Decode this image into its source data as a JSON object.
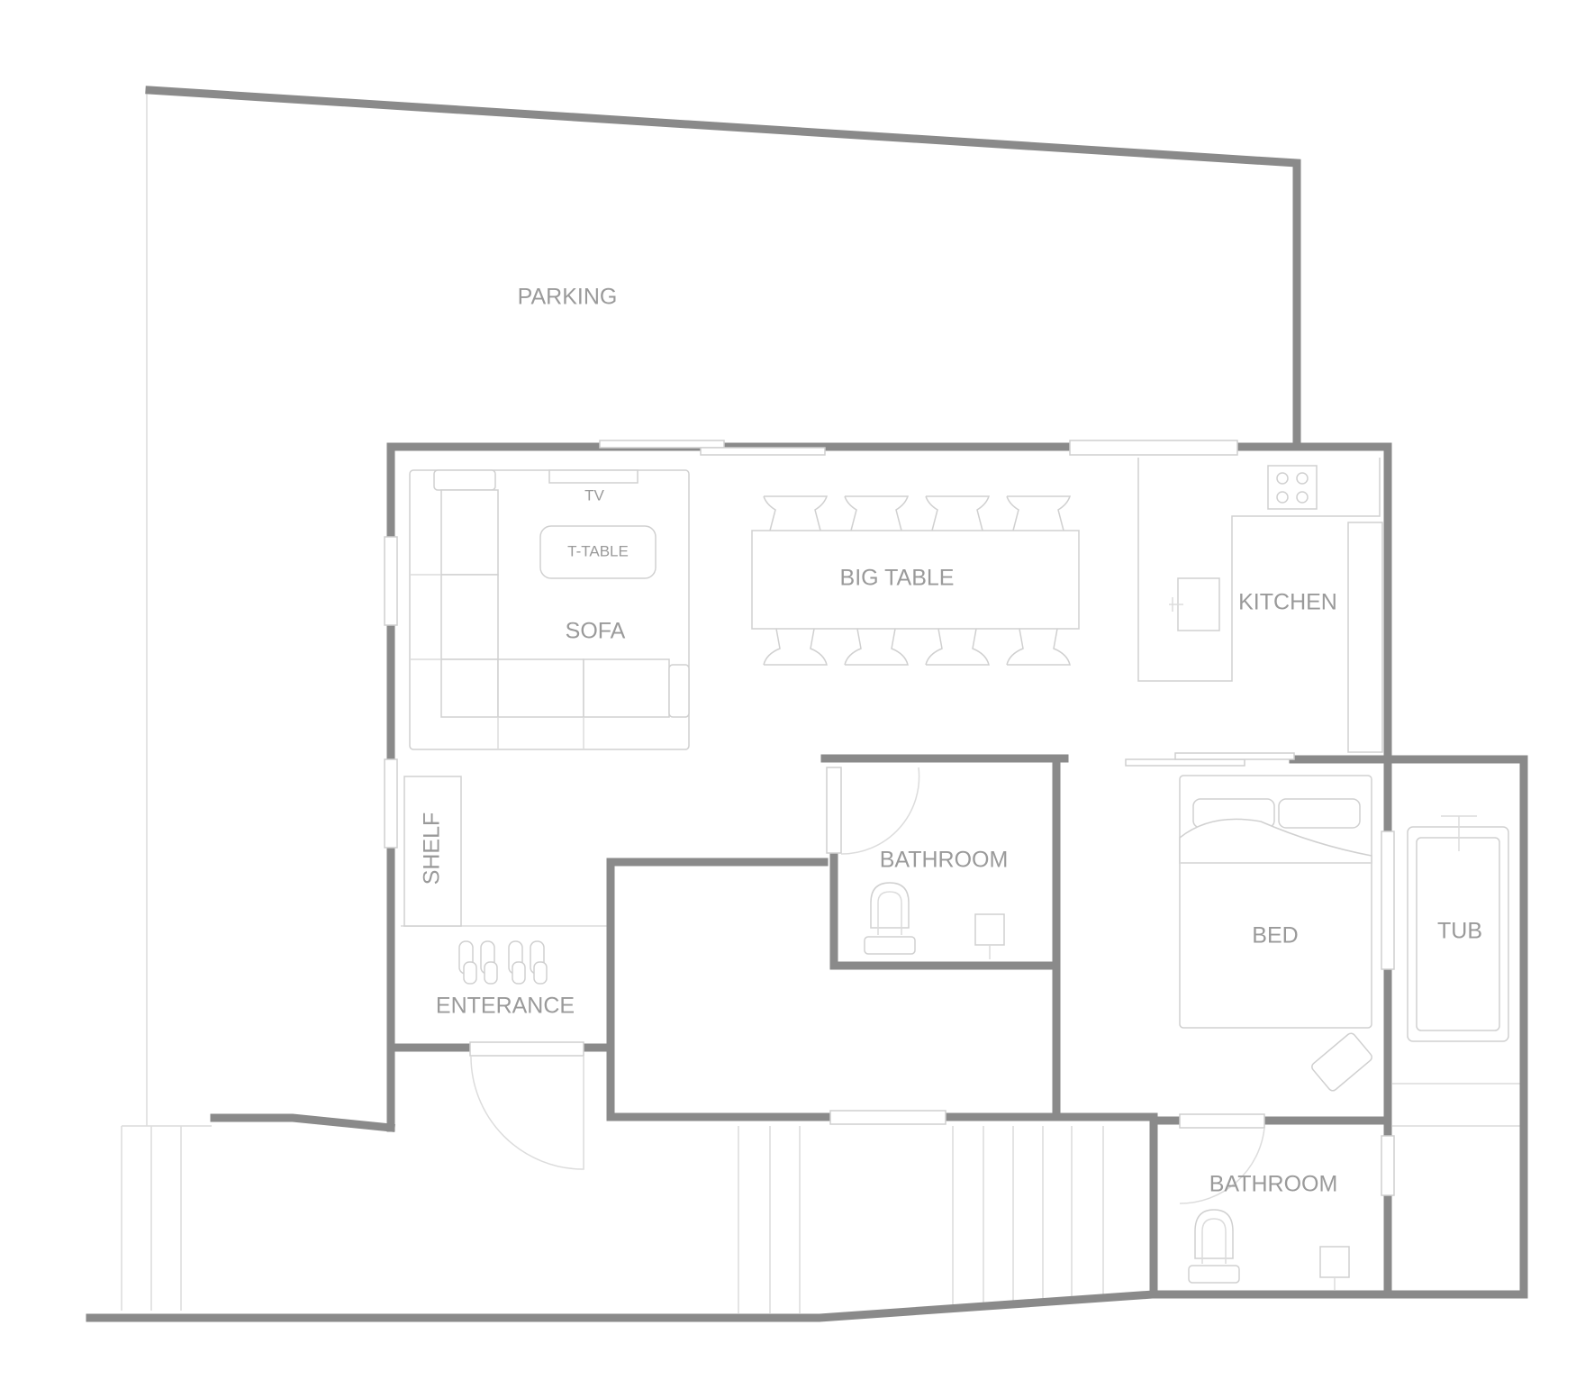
{
  "labels": {
    "parking": "PARKING",
    "tv": "TV",
    "t_table": "T-TABLE",
    "sofa": "SOFA",
    "big_table": "BIG TABLE",
    "kitchen": "KITCHEN",
    "shelf": "SHELF",
    "bathroom_main": "BATHROOM",
    "bed": "BED",
    "tub": "TUB",
    "entrance": "ENTERANCE",
    "bathroom_lower": "BATHROOM"
  },
  "colors": {
    "wall": "#8a8a8a",
    "fixture": "#d0d0d0",
    "label": "#9a9a9a"
  }
}
